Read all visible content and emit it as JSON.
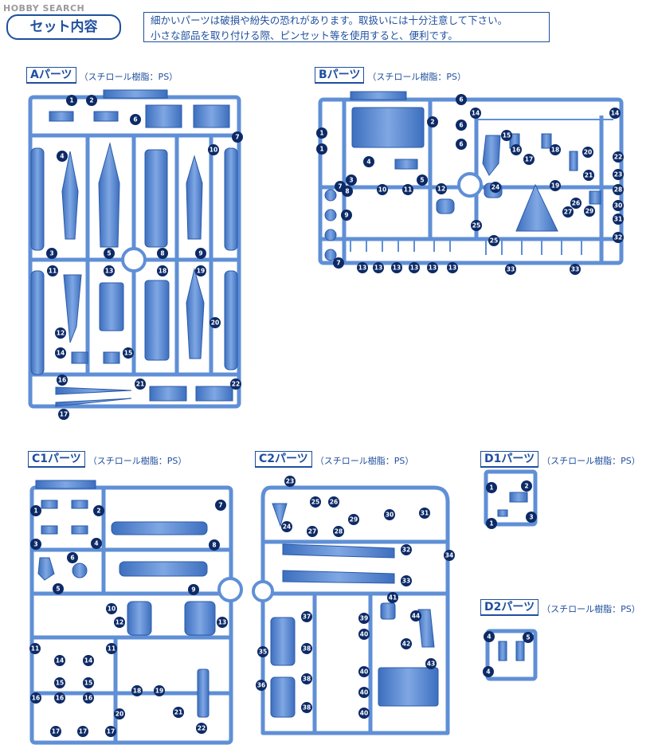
{
  "watermark": "HOBBY SEARCH",
  "header": {
    "title": "セット内容"
  },
  "notice": {
    "line1": "細かいパーツは破損や紛失の恐れがあります。取扱いには十分注意して下さい。",
    "line2": "小さな部品を取り付ける際、ピンセット等を使用すると、便利です。"
  },
  "colors": {
    "accent": "#1f4f9e",
    "sprue": "#5f8fd6",
    "sprue_dark": "#3d6fbf",
    "number_bg": "#0d2a66"
  },
  "sprues": {
    "a": {
      "name": "Aパーツ",
      "material": "（スチロール樹脂：PS）",
      "numbers": [
        "1",
        "2",
        "6",
        "7",
        "4",
        "10",
        "3",
        "5",
        "8",
        "9",
        "11",
        "13",
        "18",
        "19",
        "20",
        "12",
        "14",
        "15",
        "16",
        "21",
        "22",
        "17"
      ]
    },
    "b": {
      "name": "Bパーツ",
      "material": "（スチロール樹脂：PS）",
      "numbers": [
        "6",
        "14",
        "14",
        "2",
        "6",
        "6",
        "1",
        "1",
        "15",
        "16",
        "18",
        "20",
        "22",
        "4",
        "5",
        "17",
        "23",
        "3",
        "8",
        "10",
        "11",
        "12",
        "24",
        "19",
        "21",
        "28",
        "7",
        "26",
        "29",
        "30",
        "27",
        "9",
        "25",
        "31",
        "25",
        "32",
        "7",
        "13",
        "13",
        "13",
        "13",
        "13",
        "13",
        "33",
        "33"
      ]
    },
    "c1": {
      "name": "C1パーツ",
      "material": "（スチロール樹脂：PS）",
      "numbers": [
        "7",
        "1",
        "2",
        "3",
        "4",
        "8",
        "6",
        "5",
        "9",
        "10",
        "12",
        "13",
        "11",
        "11",
        "14",
        "14",
        "15",
        "15",
        "16",
        "16",
        "16",
        "18",
        "19",
        "20",
        "21",
        "22",
        "17",
        "17",
        "17"
      ]
    },
    "c2": {
      "name": "C2パーツ",
      "material": "（スチロール樹脂：PS）",
      "numbers": [
        "23",
        "25",
        "26",
        "24",
        "27",
        "28",
        "29",
        "30",
        "31",
        "32",
        "34",
        "33",
        "41",
        "37",
        "39",
        "44",
        "38",
        "40",
        "42",
        "35",
        "40",
        "43",
        "38",
        "36",
        "40",
        "38",
        "40"
      ]
    },
    "d1": {
      "name": "D1パーツ",
      "material": "（スチロール樹脂：PS）",
      "numbers": [
        "1",
        "2",
        "3",
        "1"
      ]
    },
    "d2": {
      "name": "D2パーツ",
      "material": "（スチロール樹脂：PS）",
      "numbers": [
        "4",
        "5",
        "4"
      ]
    }
  }
}
